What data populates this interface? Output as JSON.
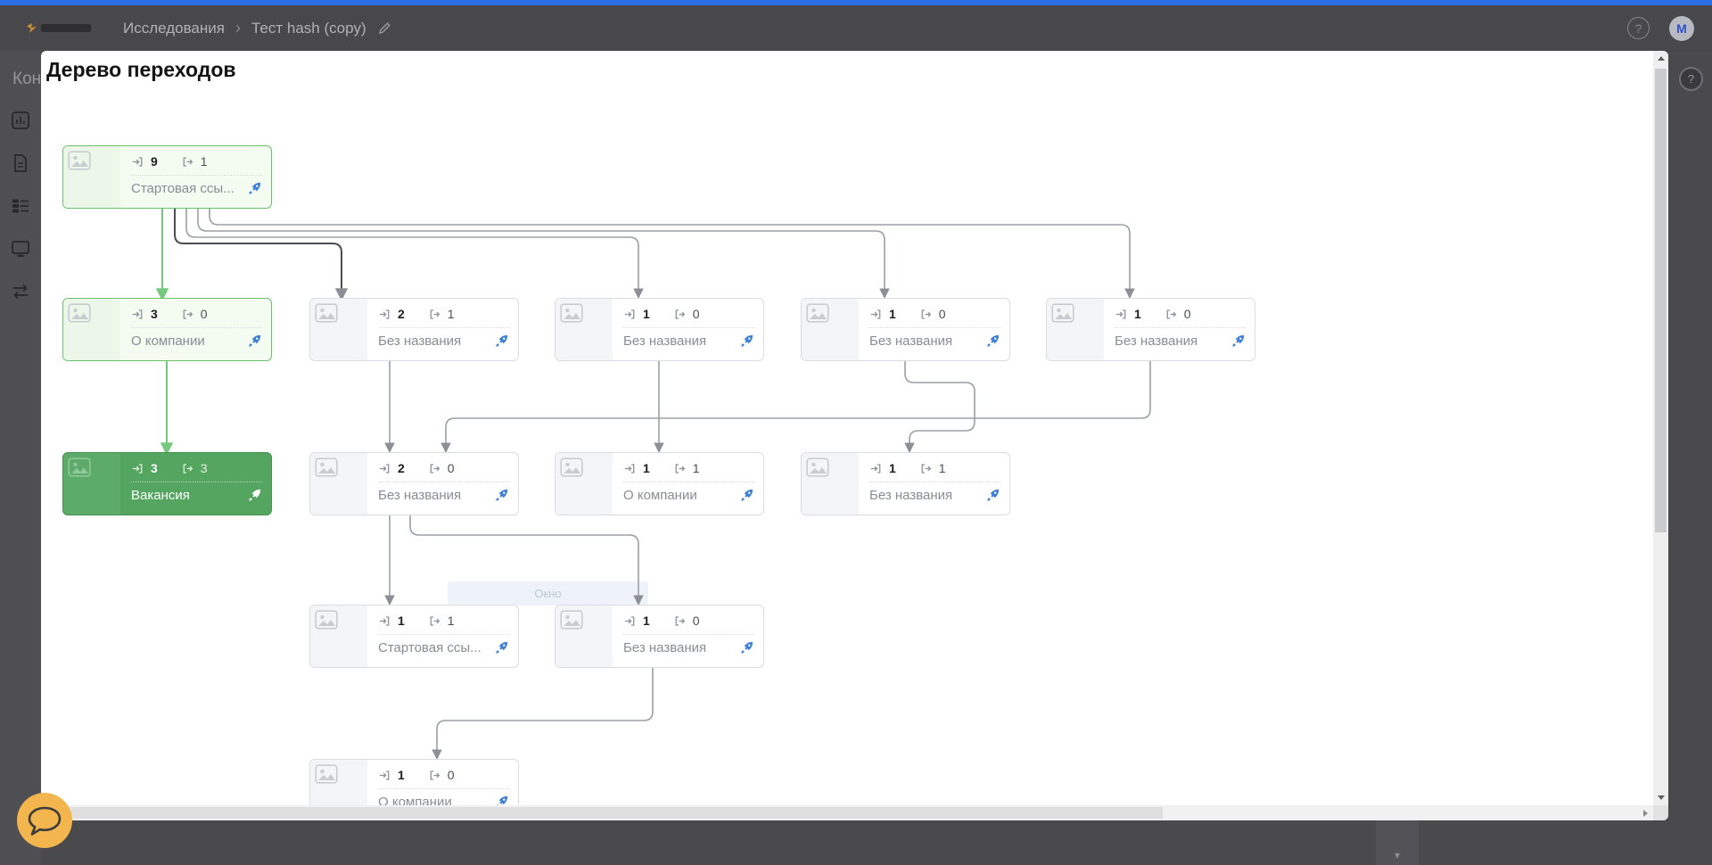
{
  "header": {
    "breadcrumb": {
      "section": "Исследования",
      "separator": "›",
      "page": "Тест hash (copy)"
    },
    "help_symbol": "?",
    "avatar_initial": "M"
  },
  "background_page": {
    "heading_fragment": "Кон",
    "help_symbol": "?",
    "select_chevron": "▾"
  },
  "modal": {
    "title": "Дерево переходов"
  },
  "ghost": {
    "label": "Окно"
  },
  "nodes": [
    {
      "title": "Стартовая ссы...",
      "in": "9",
      "out": "1",
      "state": "highlight"
    },
    {
      "title": "О компании",
      "in": "3",
      "out": "0",
      "state": "highlight"
    },
    {
      "title": "Без названия",
      "in": "2",
      "out": "1",
      "state": "normal"
    },
    {
      "title": "Без названия",
      "in": "1",
      "out": "0",
      "state": "normal"
    },
    {
      "title": "Без названия",
      "in": "1",
      "out": "0",
      "state": "normal"
    },
    {
      "title": "Без названия",
      "in": "1",
      "out": "0",
      "state": "normal"
    },
    {
      "title": "Вакансия",
      "in": "3",
      "out": "3",
      "state": "selected"
    },
    {
      "title": "Без названия",
      "in": "2",
      "out": "0",
      "state": "normal"
    },
    {
      "title": "О компании",
      "in": "1",
      "out": "1",
      "state": "normal"
    },
    {
      "title": "Без названия",
      "in": "1",
      "out": "1",
      "state": "normal"
    },
    {
      "title": "Стартовая ссы...",
      "in": "1",
      "out": "1",
      "state": "normal"
    },
    {
      "title": "Без названия",
      "in": "1",
      "out": "0",
      "state": "normal"
    },
    {
      "title": "О компании",
      "in": "1",
      "out": "0",
      "state": "normal"
    }
  ],
  "edges": [
    {
      "from": 0,
      "to": 1,
      "color": "green"
    },
    {
      "from": 1,
      "to": 6,
      "color": "green"
    },
    {
      "from": 0,
      "to": 2,
      "color": "dark"
    },
    {
      "from": 0,
      "to": 3,
      "color": "gray"
    },
    {
      "from": 0,
      "to": 4,
      "color": "gray"
    },
    {
      "from": 0,
      "to": 5,
      "color": "gray"
    },
    {
      "from": 2,
      "to": 7,
      "color": "gray"
    },
    {
      "from": 5,
      "to": 7,
      "color": "gray"
    },
    {
      "from": 3,
      "to": 8,
      "color": "gray"
    },
    {
      "from": 4,
      "to": 9,
      "color": "gray"
    },
    {
      "from": 7,
      "to": 10,
      "color": "gray"
    },
    {
      "from": 7,
      "to": 11,
      "color": "gray"
    },
    {
      "from": 11,
      "to": 12,
      "color": "gray"
    }
  ],
  "colors": {
    "topbar_blue": "#2a6fe8",
    "accent_green": "#53a55f",
    "highlight_border": "#6cc06c",
    "rocket_blue": "#3d7fd6",
    "chat_orange": "#f3b54d"
  }
}
